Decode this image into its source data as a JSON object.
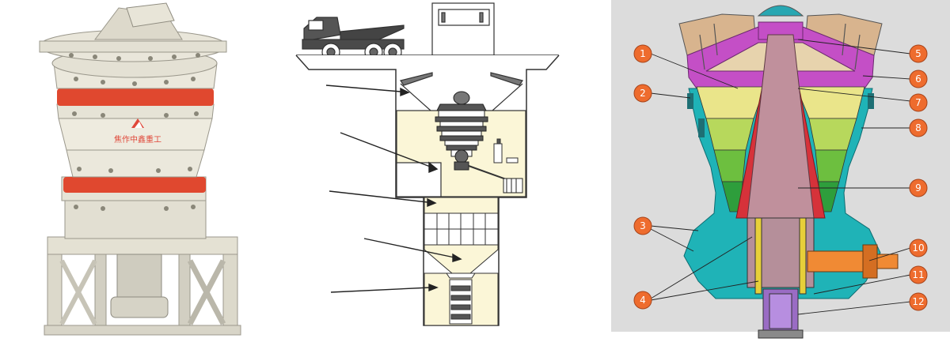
{
  "photo": {
    "brand_text": "焦作中鑫重工",
    "logo_icon": "zhongxin-logo-icon"
  },
  "section": {
    "callouts": [
      "1",
      "2",
      "3",
      "4",
      "5",
      "6",
      "7",
      "8",
      "9",
      "10",
      "11",
      "12"
    ]
  },
  "colors": {
    "crusher_body": "#e9e6da",
    "crusher_band": "#e0482f",
    "floor_fill": "#fbf6d7",
    "callout_fill": "#ee6c2e",
    "section_bg": "#dddddd",
    "frame_magenta": "#c44fc6",
    "frame_teal": "#1fb3b7",
    "mantle_pink": "#c0909c"
  }
}
